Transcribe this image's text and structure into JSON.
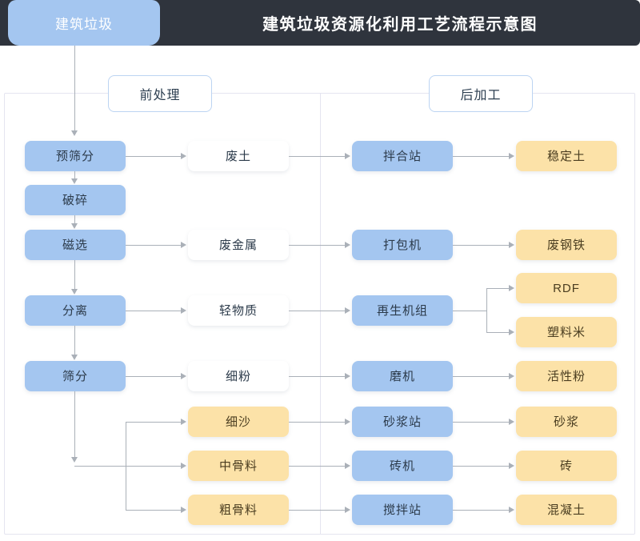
{
  "header": {
    "tab_label": "建筑垃圾",
    "title": "建筑垃圾资源化利用工艺流程示意图",
    "bar_color": "#2f343d",
    "tab_color": "#a4c6f0"
  },
  "sections": {
    "pre_label": "前处理",
    "post_label": "后加工"
  },
  "colors": {
    "process_blue": "#a4c6f0",
    "material_white": "#ffffff",
    "product_amber": "#fce2a8",
    "connector": "#aab0b8",
    "frame_border": "#e4e4f0"
  },
  "nodes": {
    "process": [
      {
        "id": "pre-screen",
        "label": "预筛分"
      },
      {
        "id": "crush",
        "label": "破碎"
      },
      {
        "id": "magnetic",
        "label": "磁选"
      },
      {
        "id": "separate",
        "label": "分离"
      },
      {
        "id": "screen",
        "label": "筛分"
      }
    ],
    "materials": [
      {
        "id": "waste-soil",
        "label": "废土",
        "kind": "white"
      },
      {
        "id": "waste-metal",
        "label": "废金属",
        "kind": "white"
      },
      {
        "id": "light-material",
        "label": "轻物质",
        "kind": "white"
      },
      {
        "id": "fine-powder",
        "label": "细粉",
        "kind": "white"
      },
      {
        "id": "fine-sand",
        "label": "细沙",
        "kind": "amber"
      },
      {
        "id": "medium-aggregate",
        "label": "中骨料",
        "kind": "amber"
      },
      {
        "id": "coarse-aggregate",
        "label": "粗骨料",
        "kind": "amber"
      }
    ],
    "equipment": [
      {
        "id": "mixing-station",
        "label": "拌合站"
      },
      {
        "id": "baler",
        "label": "打包机"
      },
      {
        "id": "recycling-unit",
        "label": "再生机组"
      },
      {
        "id": "grinder",
        "label": "磨机"
      },
      {
        "id": "mortar-station",
        "label": "砂浆站"
      },
      {
        "id": "brick-machine",
        "label": "砖机"
      },
      {
        "id": "concrete-station",
        "label": "搅拌站"
      }
    ],
    "products": [
      {
        "id": "stabilized-soil",
        "label": "稳定土"
      },
      {
        "id": "scrap-steel",
        "label": "废钢铁"
      },
      {
        "id": "rdf",
        "label": "RDF"
      },
      {
        "id": "plastic-pellets",
        "label": "塑料米"
      },
      {
        "id": "active-powder",
        "label": "活性粉"
      },
      {
        "id": "mortar",
        "label": "砂浆"
      },
      {
        "id": "brick",
        "label": "砖"
      },
      {
        "id": "concrete",
        "label": "混凝土"
      }
    ]
  }
}
